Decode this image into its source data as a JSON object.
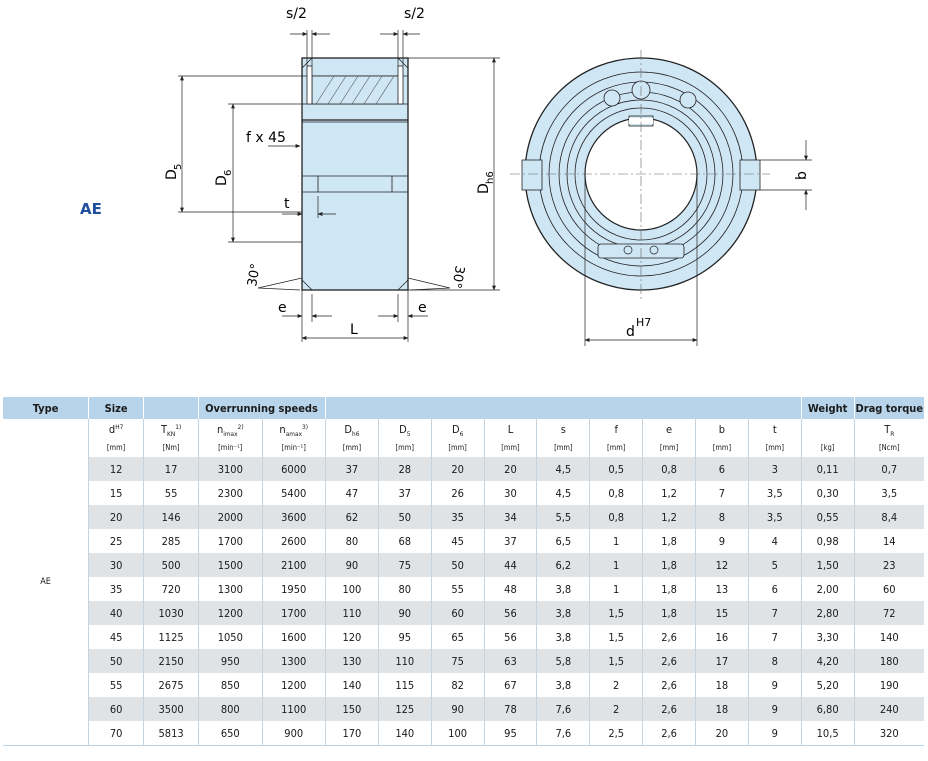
{
  "drawing": {
    "series_label": "AE",
    "dims": {
      "s2_left": "s/2",
      "s2_right": "s/2",
      "f45": "f x 45",
      "t": "t",
      "e_left": "e",
      "e_right": "e",
      "L": "L",
      "angle_left": "30°",
      "angle_right": "30°",
      "b": "b",
      "D5": "D",
      "D5_sub": "5",
      "D6": "D",
      "D6_sub": "6",
      "Dh6": "D",
      "Dh6_sub": "h6",
      "dH7": "d",
      "dH7_sup": "H7"
    }
  },
  "table": {
    "header": {
      "type": "Type",
      "size": "Size",
      "overrunning": "Overrunning speeds",
      "weight": "Weight",
      "drag": "Drag torque"
    },
    "units": [
      {
        "sym": "d",
        "sup": "H7",
        "sub": "",
        "note": "",
        "unit": "[mm]"
      },
      {
        "sym": "T",
        "sup": "",
        "sub": "KN",
        "note": "1)",
        "unit": "[Nm]"
      },
      {
        "sym": "n",
        "sup": "",
        "sub": "imax",
        "note": "2)",
        "unit": "[min⁻¹]"
      },
      {
        "sym": "n",
        "sup": "",
        "sub": "amax",
        "note": "3)",
        "unit": "[min⁻¹]"
      },
      {
        "sym": "D",
        "sup": "",
        "sub": "h6",
        "note": "",
        "unit": "[mm]"
      },
      {
        "sym": "D",
        "sup": "",
        "sub": "5",
        "note": "",
        "unit": "[mm]"
      },
      {
        "sym": "D",
        "sup": "",
        "sub": "6",
        "note": "",
        "unit": "[mm]"
      },
      {
        "sym": "L",
        "sup": "",
        "sub": "",
        "note": "",
        "unit": "[mm]"
      },
      {
        "sym": "s",
        "sup": "",
        "sub": "",
        "note": "",
        "unit": "[mm]"
      },
      {
        "sym": "f",
        "sup": "",
        "sub": "",
        "note": "",
        "unit": "[mm]"
      },
      {
        "sym": "e",
        "sup": "",
        "sub": "",
        "note": "",
        "unit": "[mm]"
      },
      {
        "sym": "b",
        "sup": "",
        "sub": "",
        "note": "",
        "unit": "[mm]"
      },
      {
        "sym": "t",
        "sup": "",
        "sub": "",
        "note": "",
        "unit": "[mm]"
      },
      {
        "sym": "",
        "sup": "",
        "sub": "",
        "note": "",
        "unit": "[kg]"
      },
      {
        "sym": "T",
        "sup": "",
        "sub": "R",
        "note": "",
        "unit": "[Ncm]"
      }
    ],
    "type_value": "AE",
    "rows": [
      [
        "12",
        "17",
        "3100",
        "6000",
        "37",
        "28",
        "20",
        "20",
        "4,5",
        "0,5",
        "0,8",
        "6",
        "3",
        "0,11",
        "0,7"
      ],
      [
        "15",
        "55",
        "2300",
        "5400",
        "47",
        "37",
        "26",
        "30",
        "4,5",
        "0,8",
        "1,2",
        "7",
        "3,5",
        "0,30",
        "3,5"
      ],
      [
        "20",
        "146",
        "2000",
        "3600",
        "62",
        "50",
        "35",
        "34",
        "5,5",
        "0,8",
        "1,2",
        "8",
        "3,5",
        "0,55",
        "8,4"
      ],
      [
        "25",
        "285",
        "1700",
        "2600",
        "80",
        "68",
        "45",
        "37",
        "6,5",
        "1",
        "1,8",
        "9",
        "4",
        "0,98",
        "14"
      ],
      [
        "30",
        "500",
        "1500",
        "2100",
        "90",
        "75",
        "50",
        "44",
        "6,2",
        "1",
        "1,8",
        "12",
        "5",
        "1,50",
        "23"
      ],
      [
        "35",
        "720",
        "1300",
        "1950",
        "100",
        "80",
        "55",
        "48",
        "3,8",
        "1",
        "1,8",
        "13",
        "6",
        "2,00",
        "60"
      ],
      [
        "40",
        "1030",
        "1200",
        "1700",
        "110",
        "90",
        "60",
        "56",
        "3,8",
        "1,5",
        "1,8",
        "15",
        "7",
        "2,80",
        "72"
      ],
      [
        "45",
        "1125",
        "1050",
        "1600",
        "120",
        "95",
        "65",
        "56",
        "3,8",
        "1,5",
        "2,6",
        "16",
        "7",
        "3,30",
        "140"
      ],
      [
        "50",
        "2150",
        "950",
        "1300",
        "130",
        "110",
        "75",
        "63",
        "5,8",
        "1,5",
        "2,6",
        "17",
        "8",
        "4,20",
        "180"
      ],
      [
        "55",
        "2675",
        "850",
        "1200",
        "140",
        "115",
        "82",
        "67",
        "3,8",
        "2",
        "2,6",
        "18",
        "9",
        "5,20",
        "190"
      ],
      [
        "60",
        "3500",
        "800",
        "1100",
        "150",
        "125",
        "90",
        "78",
        "7,6",
        "2",
        "2,6",
        "18",
        "9",
        "6,80",
        "240"
      ],
      [
        "70",
        "5813",
        "650",
        "900",
        "170",
        "140",
        "100",
        "95",
        "7,6",
        "2,5",
        "2,6",
        "20",
        "9",
        "10,5",
        "320"
      ]
    ]
  },
  "colors": {
    "part_fill": "#cfe6f5",
    "header_fill": "#b7d4ea",
    "shade_row": "#dfe3e6",
    "label_blue": "#1f4e9c"
  }
}
